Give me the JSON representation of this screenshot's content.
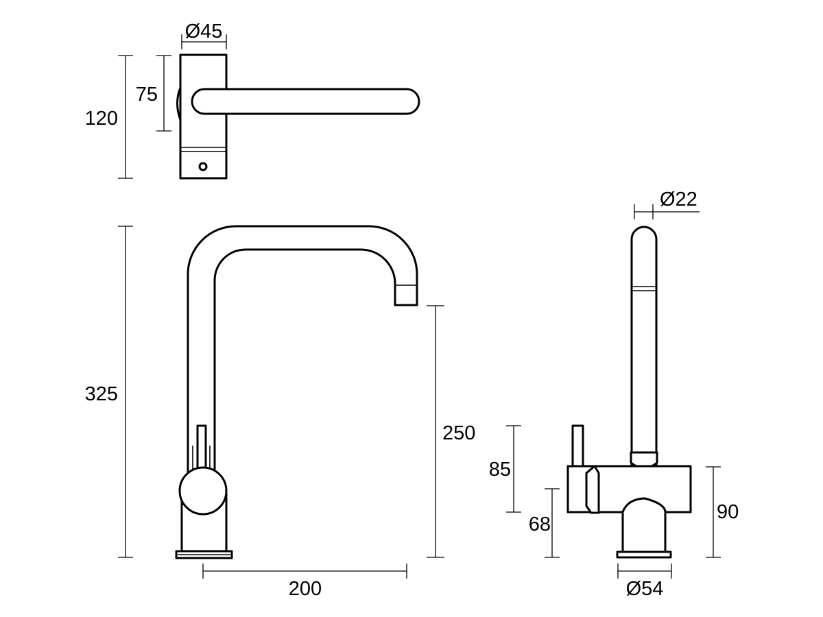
{
  "dimensions": {
    "top_diameter": "Ø45",
    "top_handle_height": "75",
    "top_overall_height": "120",
    "spout_diameter": "Ø22",
    "front_overall_height": "325",
    "spout_clearance": "250",
    "spout_reach": "200",
    "lever_height": "85",
    "body_height": "68",
    "base_height": "90",
    "base_diameter": "Ø54"
  },
  "colors": {
    "line": "#000000",
    "background": "#ffffff"
  }
}
